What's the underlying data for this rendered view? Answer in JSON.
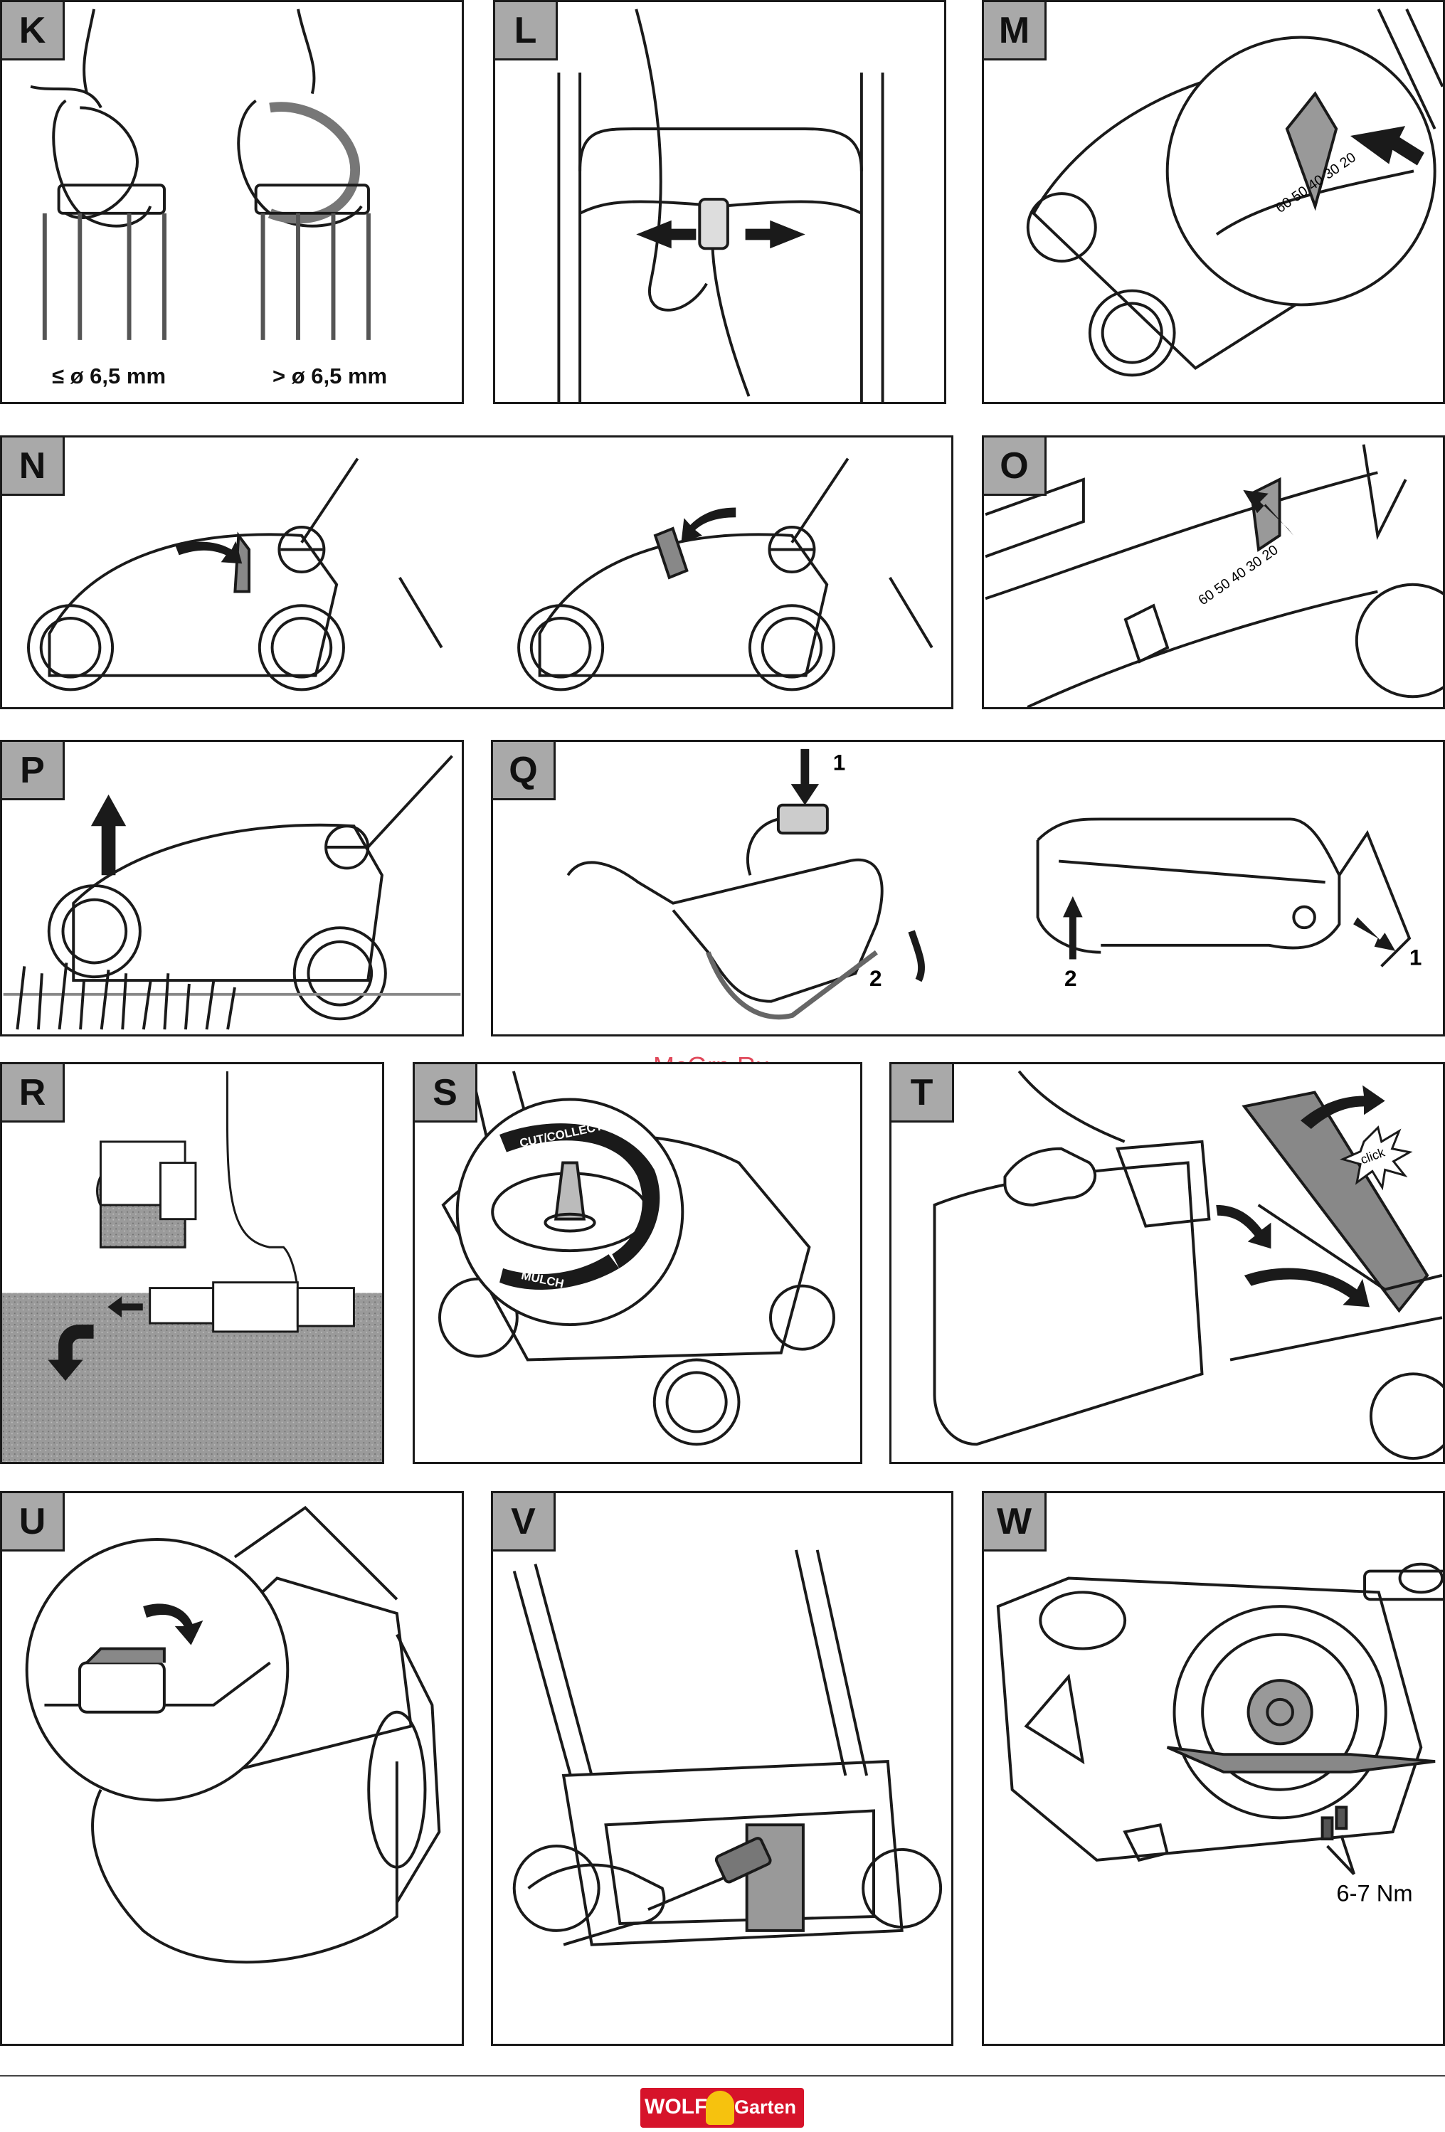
{
  "panels": {
    "K": {
      "label": "K",
      "caption_left": "≤ ø 6,5 mm",
      "caption_right": "> ø 6,5 mm"
    },
    "L": {
      "label": "L"
    },
    "M": {
      "label": "M",
      "dial": "60 50 40 30 20"
    },
    "N": {
      "label": "N"
    },
    "O": {
      "label": "O",
      "dial": "60 50 40 30 20"
    },
    "P": {
      "label": "P"
    },
    "Q": {
      "label": "Q",
      "step_a": "1",
      "step_b": "2",
      "step_c": "2",
      "step_d": "1"
    },
    "R": {
      "label": "R"
    },
    "S": {
      "label": "S",
      "mode_top": "CUT/COLLECT",
      "mode_bottom": "MULCH"
    },
    "T": {
      "label": "T",
      "sound": "click"
    },
    "U": {
      "label": "U"
    },
    "V": {
      "label": "V"
    },
    "W": {
      "label": "W",
      "torque": "6-7 Nm"
    }
  },
  "watermark": "McGrp.Ru",
  "logo": {
    "left": "WOLF",
    "right": "Garten"
  },
  "colors": {
    "border": "#1a1a1a",
    "label_bg": "#a9a9a9",
    "brand_red": "#d6132a",
    "brand_yellow": "#f6c20e",
    "watermark": "#e0485a"
  }
}
